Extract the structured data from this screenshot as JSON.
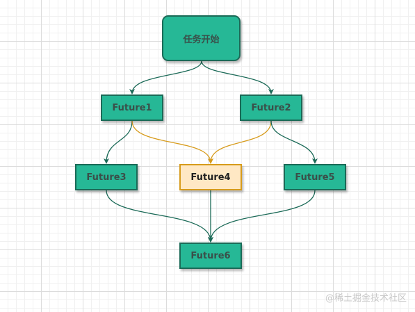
{
  "nodes": {
    "start": "任务开始",
    "future1": "Future1",
    "future2": "Future2",
    "future3": "Future3",
    "future4": "Future4",
    "future5": "Future5",
    "future6": "Future6"
  },
  "edges": [
    {
      "from": "start",
      "to": "future1"
    },
    {
      "from": "start",
      "to": "future2"
    },
    {
      "from": "future1",
      "to": "future3"
    },
    {
      "from": "future1",
      "to": "future4"
    },
    {
      "from": "future2",
      "to": "future4"
    },
    {
      "from": "future2",
      "to": "future5"
    },
    {
      "from": "future3",
      "to": "future6"
    },
    {
      "from": "future4",
      "to": "future6"
    },
    {
      "from": "future5",
      "to": "future6"
    }
  ],
  "colors": {
    "node_fill": "#26b896",
    "node_border": "#1b6a57",
    "highlight_fill": "#ffe8c4",
    "highlight_border": "#d79b1b",
    "edge_green": "#1b6a57",
    "edge_orange": "#d79b1b"
  },
  "watermark": "@稀土掘金技术社区"
}
